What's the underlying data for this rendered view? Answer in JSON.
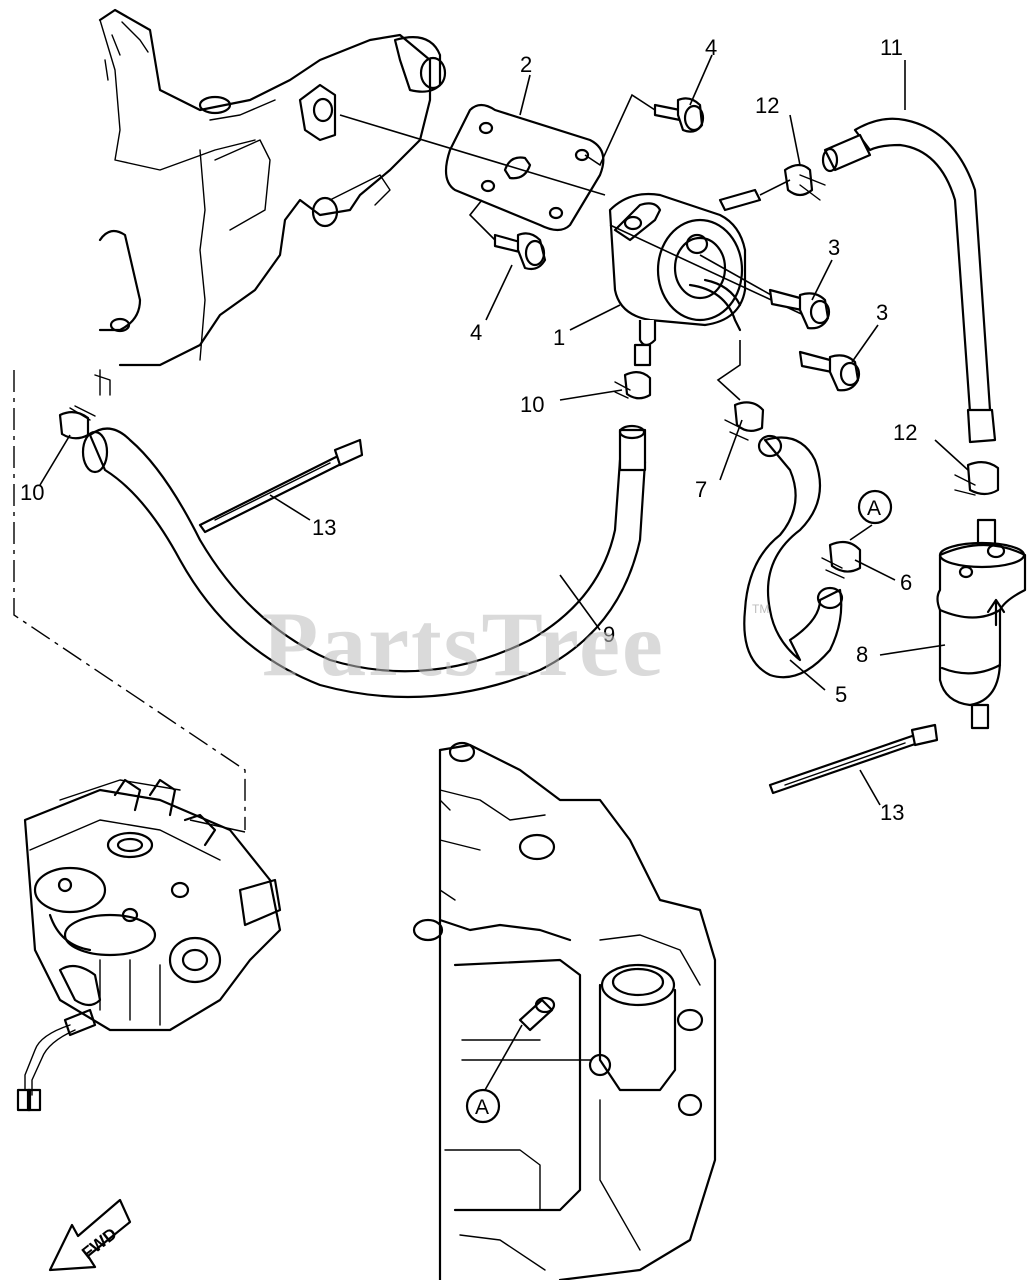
{
  "watermark": {
    "text": "PartsTree",
    "trademark": "TM"
  },
  "fwd_label": "FWD",
  "callouts": [
    {
      "id": "c1",
      "label": "1"
    },
    {
      "id": "c2",
      "label": "2"
    },
    {
      "id": "c3a",
      "label": "3"
    },
    {
      "id": "c3b",
      "label": "3"
    },
    {
      "id": "c4a",
      "label": "4"
    },
    {
      "id": "c4b",
      "label": "4"
    },
    {
      "id": "c5",
      "label": "5"
    },
    {
      "id": "c6",
      "label": "6"
    },
    {
      "id": "c7",
      "label": "7"
    },
    {
      "id": "c8",
      "label": "8"
    },
    {
      "id": "c9",
      "label": "9"
    },
    {
      "id": "c10a",
      "label": "10"
    },
    {
      "id": "c10b",
      "label": "10"
    },
    {
      "id": "c11",
      "label": "11"
    },
    {
      "id": "c12a",
      "label": "12"
    },
    {
      "id": "c12b",
      "label": "12"
    },
    {
      "id": "c13a",
      "label": "13"
    },
    {
      "id": "c13b",
      "label": "13"
    }
  ],
  "reference_markers": [
    {
      "id": "mA1",
      "label": "A"
    },
    {
      "id": "mA2",
      "label": "A"
    }
  ]
}
